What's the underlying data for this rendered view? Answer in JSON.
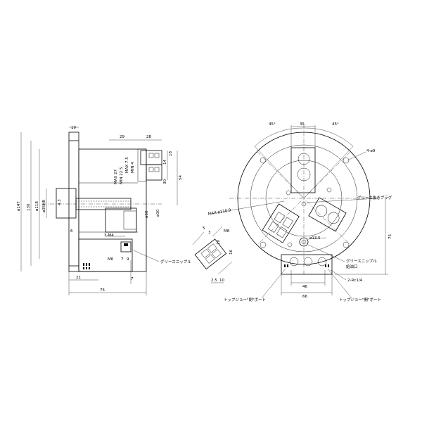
{
  "side_view": {
    "dim_10": "10",
    "dim_29": "29",
    "dim_28": "28",
    "dim_d147": "ø147",
    "dim_d130": "130",
    "dim_d118": "ø118",
    "dim_d35h8": "ø35H8",
    "dim_4_3": "4.3",
    "dim_max27": "MAX 27",
    "dim_min225": "MIN 22.5",
    "dim_max75": "MAX 7.5",
    "dim_min4": "MIN 4",
    "dim_14": "14",
    "dim_18": "18",
    "dim_30": "30",
    "dim_54": "54",
    "dim_d60": "ø60",
    "dim_d10": "ø10",
    "dim_3m4": "3-M4",
    "dim_m6": "M6",
    "dim_7": "7",
    "dim_9": "9",
    "dim_7b": "7",
    "dim_21": "21",
    "dim_75": "75",
    "dim_6": "6",
    "label_grease_nipple": "グリースニップル"
  },
  "front_view": {
    "dim_45_left": "45°",
    "dim_45_right": "45°",
    "dim_35": "35",
    "dim_4_d9": "4-ø9",
    "label_grease_plug": "グリース抜きプラグ",
    "dim_max_d110": "MAX ø110.9",
    "dim_d13_5": "ø13.5",
    "dim_75": "75",
    "label_grease_nipple": "グリースニップル",
    "label_grease_inlet": "給油口",
    "dim_2rc": "2-Rc1/4",
    "dim_46": "46",
    "dim_66": "66",
    "label_close_port": "トップジョー\"閉\"ポート",
    "label_open_port": "トップジョー\"開\"ポート"
  },
  "detail_view": {
    "dim_m8": "M8",
    "dim_5": "5",
    "dim_3": "3",
    "dim_10": "10",
    "dim_16": "16",
    "dim_2_5": "2.5",
    "dim_10b": "10"
  }
}
